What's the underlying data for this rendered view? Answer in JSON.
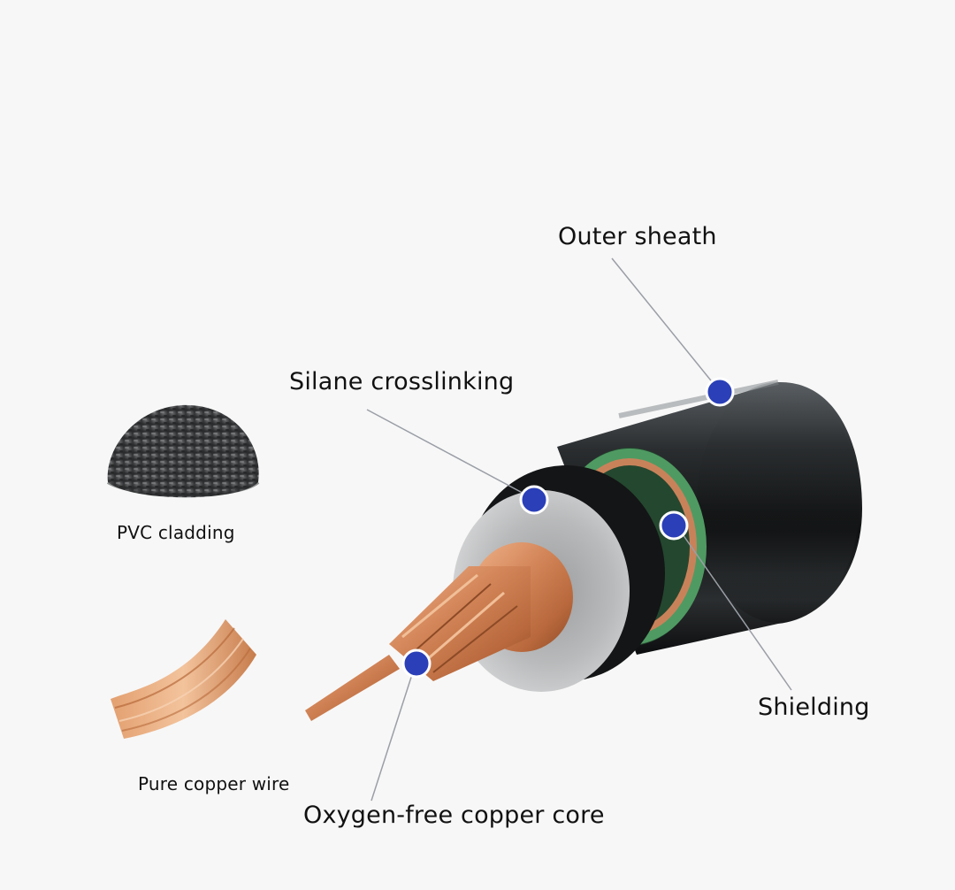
{
  "labels": {
    "outer_sheath": "Outer sheath",
    "silane_crosslinking": "Silane crosslinking",
    "shielding": "Shielding",
    "copper_core": "Oxygen-free copper core",
    "pvc_cladding": "PVC cladding",
    "pure_copper_wire": "Pure copper wire"
  },
  "colors": {
    "background": "#f7f7f7",
    "marker": "#2a3fb8",
    "leader_line": "#9a9ea6",
    "sheath": "#1a1c1d",
    "insulation": "#b7b8b9",
    "copper": "#c9784a",
    "shield_tape": "#3f8a55"
  }
}
